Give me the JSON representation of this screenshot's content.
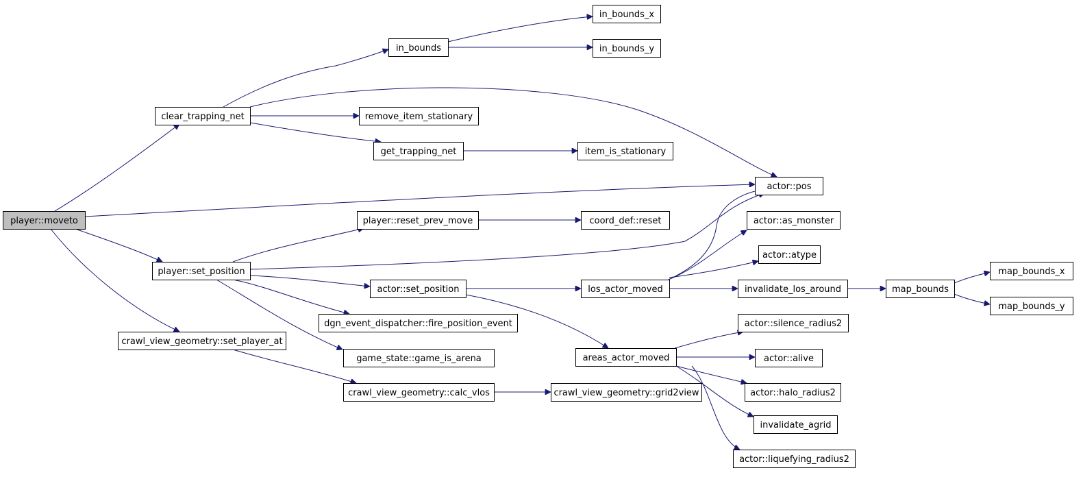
{
  "graph": {
    "root": "player::moveto",
    "colors": {
      "edge": "#191970",
      "root_fill": "#bfbfbf",
      "node_fill": "#ffffff",
      "border": "#000000"
    },
    "nodes": [
      {
        "id": "moveto",
        "label": "player::moveto",
        "root": true
      },
      {
        "id": "clear_trapping_net",
        "label": "clear_trapping_net"
      },
      {
        "id": "in_bounds",
        "label": "in_bounds"
      },
      {
        "id": "in_bounds_x",
        "label": "in_bounds_x"
      },
      {
        "id": "in_bounds_y",
        "label": "in_bounds_y"
      },
      {
        "id": "remove_item_stationary",
        "label": "remove_item_stationary"
      },
      {
        "id": "get_trapping_net",
        "label": "get_trapping_net"
      },
      {
        "id": "item_is_stationary",
        "label": "item_is_stationary"
      },
      {
        "id": "actor_pos",
        "label": "actor::pos"
      },
      {
        "id": "player_reset_prev_move",
        "label": "player::reset_prev_move"
      },
      {
        "id": "coord_def_reset",
        "label": "coord_def::reset"
      },
      {
        "id": "actor_as_monster",
        "label": "actor::as_monster"
      },
      {
        "id": "player_set_position",
        "label": "player::set_position"
      },
      {
        "id": "actor_atype",
        "label": "actor::atype"
      },
      {
        "id": "actor_set_position",
        "label": "actor::set_position"
      },
      {
        "id": "los_actor_moved",
        "label": "los_actor_moved"
      },
      {
        "id": "invalidate_los_around",
        "label": "invalidate_los_around"
      },
      {
        "id": "map_bounds",
        "label": "map_bounds"
      },
      {
        "id": "map_bounds_x",
        "label": "map_bounds_x"
      },
      {
        "id": "map_bounds_y",
        "label": "map_bounds_y"
      },
      {
        "id": "fire_position_event",
        "label": "dgn_event_dispatcher::fire_position_event"
      },
      {
        "id": "set_player_at",
        "label": "crawl_view_geometry::set_player_at"
      },
      {
        "id": "actor_silence_radius2",
        "label": "actor::silence_radius2"
      },
      {
        "id": "game_is_arena",
        "label": "game_state::game_is_arena"
      },
      {
        "id": "areas_actor_moved",
        "label": "areas_actor_moved"
      },
      {
        "id": "actor_alive",
        "label": "actor::alive"
      },
      {
        "id": "calc_vlos",
        "label": "crawl_view_geometry::calc_vlos"
      },
      {
        "id": "grid2view",
        "label": "crawl_view_geometry::grid2view"
      },
      {
        "id": "actor_halo_radius2",
        "label": "actor::halo_radius2"
      },
      {
        "id": "invalidate_agrid",
        "label": "invalidate_agrid"
      },
      {
        "id": "actor_liquefying_radius2",
        "label": "actor::liquefying_radius2"
      }
    ],
    "edges": [
      [
        "moveto",
        "clear_trapping_net"
      ],
      [
        "moveto",
        "actor_pos"
      ],
      [
        "moveto",
        "player_set_position"
      ],
      [
        "moveto",
        "set_player_at"
      ],
      [
        "clear_trapping_net",
        "in_bounds"
      ],
      [
        "clear_trapping_net",
        "actor_pos"
      ],
      [
        "clear_trapping_net",
        "remove_item_stationary"
      ],
      [
        "clear_trapping_net",
        "get_trapping_net"
      ],
      [
        "in_bounds",
        "in_bounds_x"
      ],
      [
        "in_bounds",
        "in_bounds_y"
      ],
      [
        "get_trapping_net",
        "item_is_stationary"
      ],
      [
        "player_set_position",
        "player_reset_prev_move"
      ],
      [
        "player_set_position",
        "actor_pos"
      ],
      [
        "player_set_position",
        "actor_set_position"
      ],
      [
        "player_set_position",
        "fire_position_event"
      ],
      [
        "player_set_position",
        "game_is_arena"
      ],
      [
        "player_reset_prev_move",
        "coord_def_reset"
      ],
      [
        "actor_set_position",
        "los_actor_moved"
      ],
      [
        "actor_set_position",
        "areas_actor_moved"
      ],
      [
        "los_actor_moved",
        "actor_pos"
      ],
      [
        "los_actor_moved",
        "actor_as_monster"
      ],
      [
        "los_actor_moved",
        "actor_atype"
      ],
      [
        "los_actor_moved",
        "invalidate_los_around"
      ],
      [
        "invalidate_los_around",
        "map_bounds"
      ],
      [
        "map_bounds",
        "map_bounds_x"
      ],
      [
        "map_bounds",
        "map_bounds_y"
      ],
      [
        "set_player_at",
        "calc_vlos"
      ],
      [
        "calc_vlos",
        "grid2view"
      ],
      [
        "areas_actor_moved",
        "actor_silence_radius2"
      ],
      [
        "areas_actor_moved",
        "actor_alive"
      ],
      [
        "areas_actor_moved",
        "actor_halo_radius2"
      ],
      [
        "areas_actor_moved",
        "invalidate_agrid"
      ],
      [
        "areas_actor_moved",
        "actor_liquefying_radius2"
      ]
    ]
  }
}
